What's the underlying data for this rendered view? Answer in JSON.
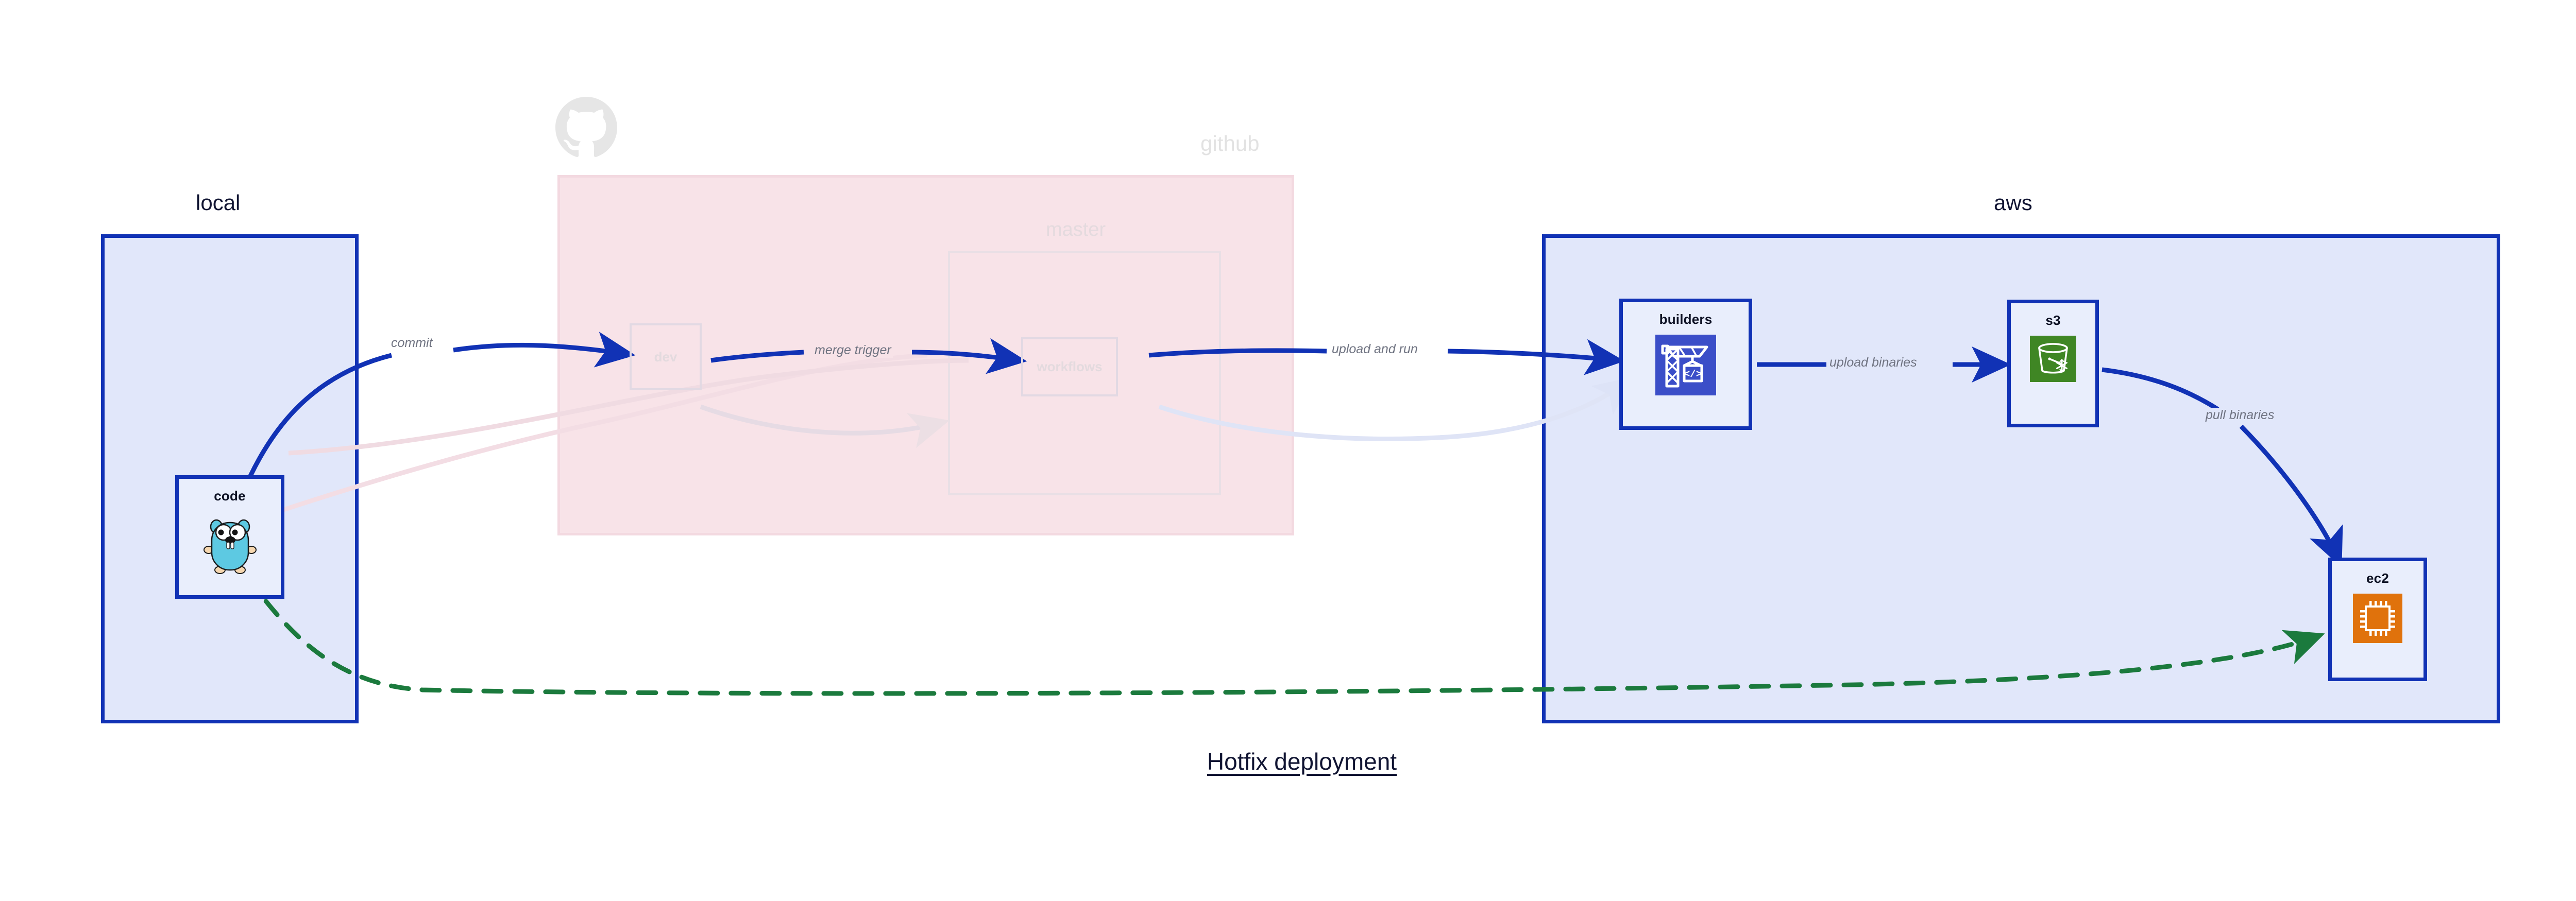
{
  "title": "Hotfix deployment",
  "groups": [
    {
      "id": "local",
      "label": "local"
    },
    {
      "id": "github",
      "label": "github"
    },
    {
      "id": "aws",
      "label": "aws"
    }
  ],
  "github": {
    "subgroup_label": "master",
    "logo_icon": "github-octocat-icon"
  },
  "nodes": [
    {
      "id": "code",
      "label": "code",
      "icon": "go-gopher-icon",
      "group": "local",
      "faded": false
    },
    {
      "id": "dev",
      "label": "dev",
      "icon": "none",
      "group": "github",
      "faded": true
    },
    {
      "id": "workflows",
      "label": "workflows",
      "icon": "none",
      "group": "github",
      "faded": true
    },
    {
      "id": "builders",
      "label": "builders",
      "icon": "aws-codebuild-icon",
      "group": "aws",
      "faded": false
    },
    {
      "id": "s3",
      "label": "s3",
      "icon": "aws-s3-glacier-icon",
      "group": "aws",
      "faded": false
    },
    {
      "id": "ec2",
      "label": "ec2",
      "icon": "aws-ec2-chip-icon",
      "group": "aws",
      "faded": false
    }
  ],
  "edges": [
    {
      "id": "commit",
      "label": "commit",
      "from": "code",
      "to": "dev",
      "style": "solid-blue"
    },
    {
      "id": "merge-trigger",
      "label": "merge trigger",
      "from": "dev",
      "to": "workflows",
      "style": "solid-blue"
    },
    {
      "id": "upload-and-run",
      "label": "upload and run",
      "from": "workflows",
      "to": "builders",
      "style": "solid-blue"
    },
    {
      "id": "upload-binaries",
      "label": "upload binaries",
      "from": "builders",
      "to": "s3",
      "style": "solid-blue"
    },
    {
      "id": "pull-binaries",
      "label": "pull binaries",
      "from": "s3",
      "to": "ec2",
      "style": "solid-blue"
    },
    {
      "id": "hotfix-direct",
      "label": "",
      "from": "code",
      "to": "ec2",
      "style": "dashed-green"
    }
  ],
  "colors": {
    "accent_blue": "#1132b5",
    "group_blue_fill": "#e1e7fa",
    "node_fill": "#e9eefc",
    "github_pink": "#f8e3e8",
    "dashed_green": "#1b7a3d",
    "label_gray": "#6f7381",
    "title_navy": "#101432",
    "codebuild_blue": "#3b4ec8",
    "s3_green": "#3f8624",
    "ec2_orange": "#e0720c"
  }
}
